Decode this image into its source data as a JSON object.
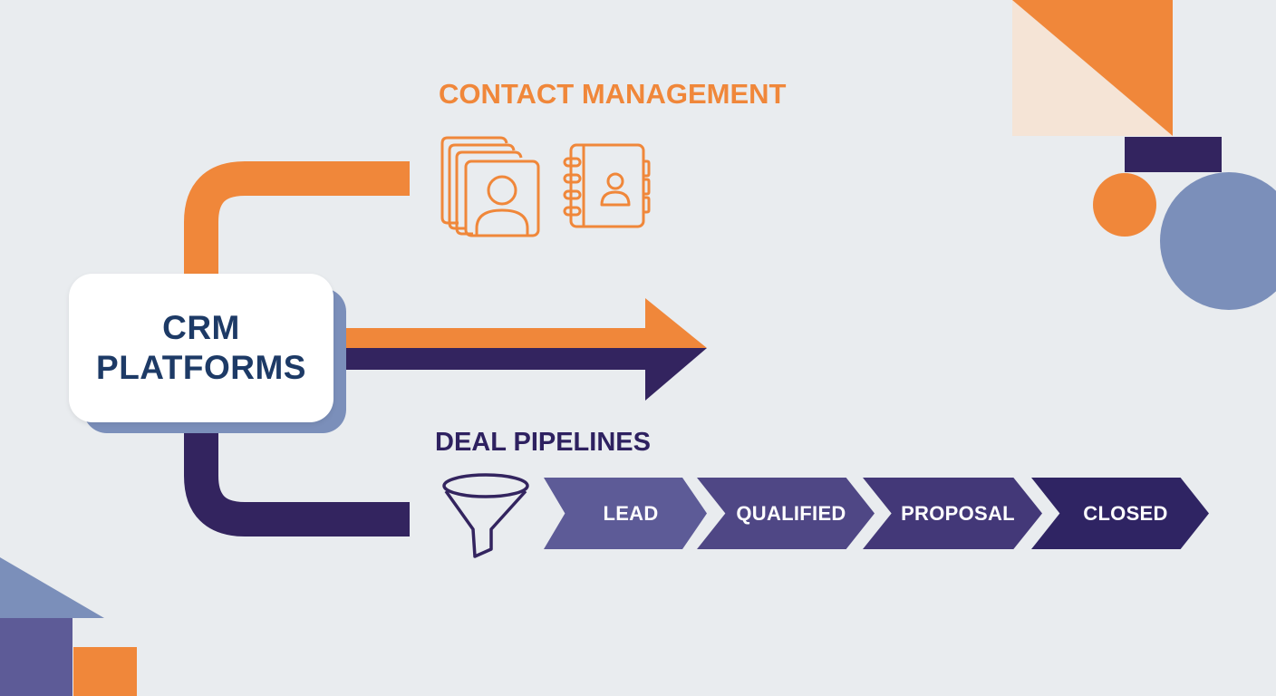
{
  "hub": {
    "line1": "CRM",
    "line2": "PLATFORMS"
  },
  "branches": {
    "contact": {
      "title": "CONTACT MANAGEMENT",
      "icons": [
        "contact-cards-stack-icon",
        "address-book-icon"
      ]
    },
    "deal": {
      "title": "DEAL PIPELINES",
      "icon": "funnel-icon",
      "stages": [
        {
          "label": "LEAD",
          "color": "#5d5b97"
        },
        {
          "label": "QUALIFIED",
          "color": "#4f4785"
        },
        {
          "label": "PROPOSAL",
          "color": "#433878"
        },
        {
          "label": "CLOSED",
          "color": "#2f2463"
        }
      ]
    }
  },
  "colors": {
    "background": "#e9ecef",
    "orange": "#f0873a",
    "navy": "#33245f",
    "slate_blue": "#7b8fba",
    "peach": "#f5e4d6",
    "hub_text": "#1d3a66"
  }
}
